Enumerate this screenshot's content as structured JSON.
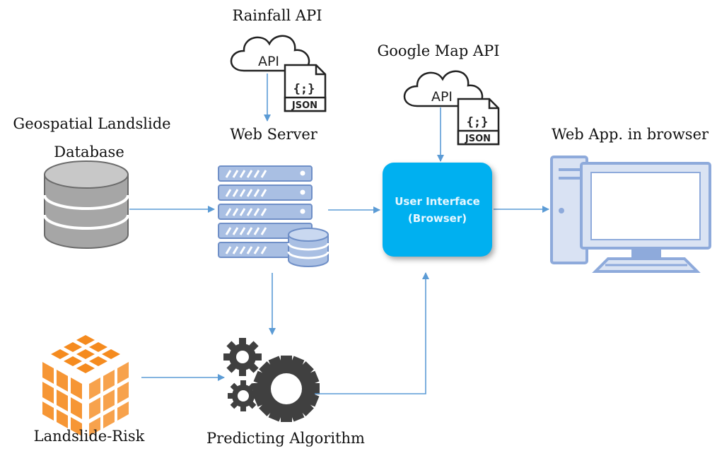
{
  "nodes": {
    "rainfall_api": "Rainfall API",
    "google_map_api": "Google Map API",
    "geo_db_line1": "Geospatial Landslide",
    "geo_db_line2": "Database",
    "web_server": "Web Server",
    "web_app": "Web App. in browser",
    "ui_line1": "User Interface",
    "ui_line2": "(Browser)",
    "landslide_risk": "Landslide-Risk",
    "predicting_algorithm": "Predicting Algorithm"
  },
  "icons": {
    "api_text": "API",
    "json_text": "JSON",
    "json_brace": "{;}"
  },
  "colors": {
    "arrow": "#5b9bd5",
    "ui_box": "#00b0f0",
    "database": "#a6a6a6",
    "server": "#8eaadb",
    "monitor": "#8eaadb",
    "cube": "#f58b1f",
    "gears": "#404040"
  }
}
